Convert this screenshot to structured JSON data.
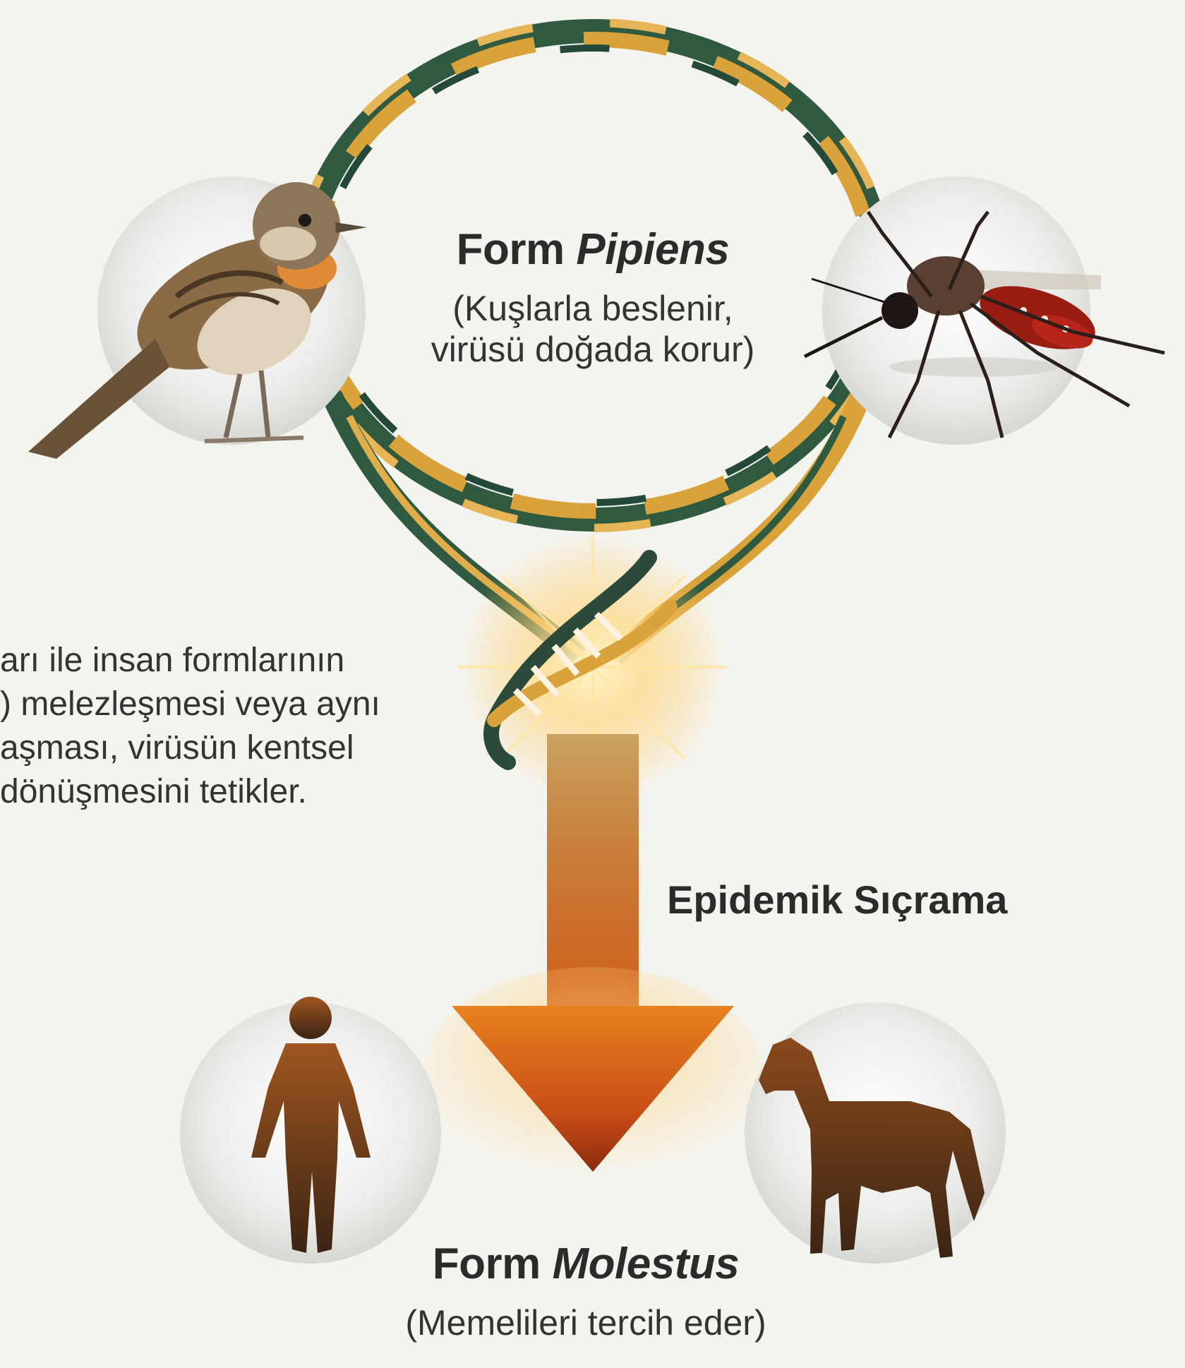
{
  "top_form": {
    "title_prefix": "Form",
    "title_emph": "Pipiens",
    "desc_line1": "(Kuşlarla beslenir,",
    "desc_line2": "virüsü doğada korur)"
  },
  "left_text": {
    "line1": "arı ile insan formlarının",
    "line2": ") melezleşmesi veya aynı",
    "line3": "aşması, virüsün kentsel",
    "line4": " dönüşmesini tetikler."
  },
  "arrow_label": "Epidemik Sıçrama",
  "bottom_form": {
    "title_prefix": "Form",
    "title_emph": "Molestus",
    "desc": "(Memelileri tercih eder)"
  },
  "icons": [
    "bird-icon",
    "mosquito-icon",
    "dna-helix-icon",
    "human-icon",
    "horse-icon"
  ],
  "colors": {
    "strand_green": "#2f5a3f",
    "strand_gold": "#d9a23a",
    "arrow_orange": "#d8621c",
    "arrow_dark": "#8a2f12",
    "silhouette_brown": "#6b3c1c",
    "background": "#f4f4ef"
  }
}
